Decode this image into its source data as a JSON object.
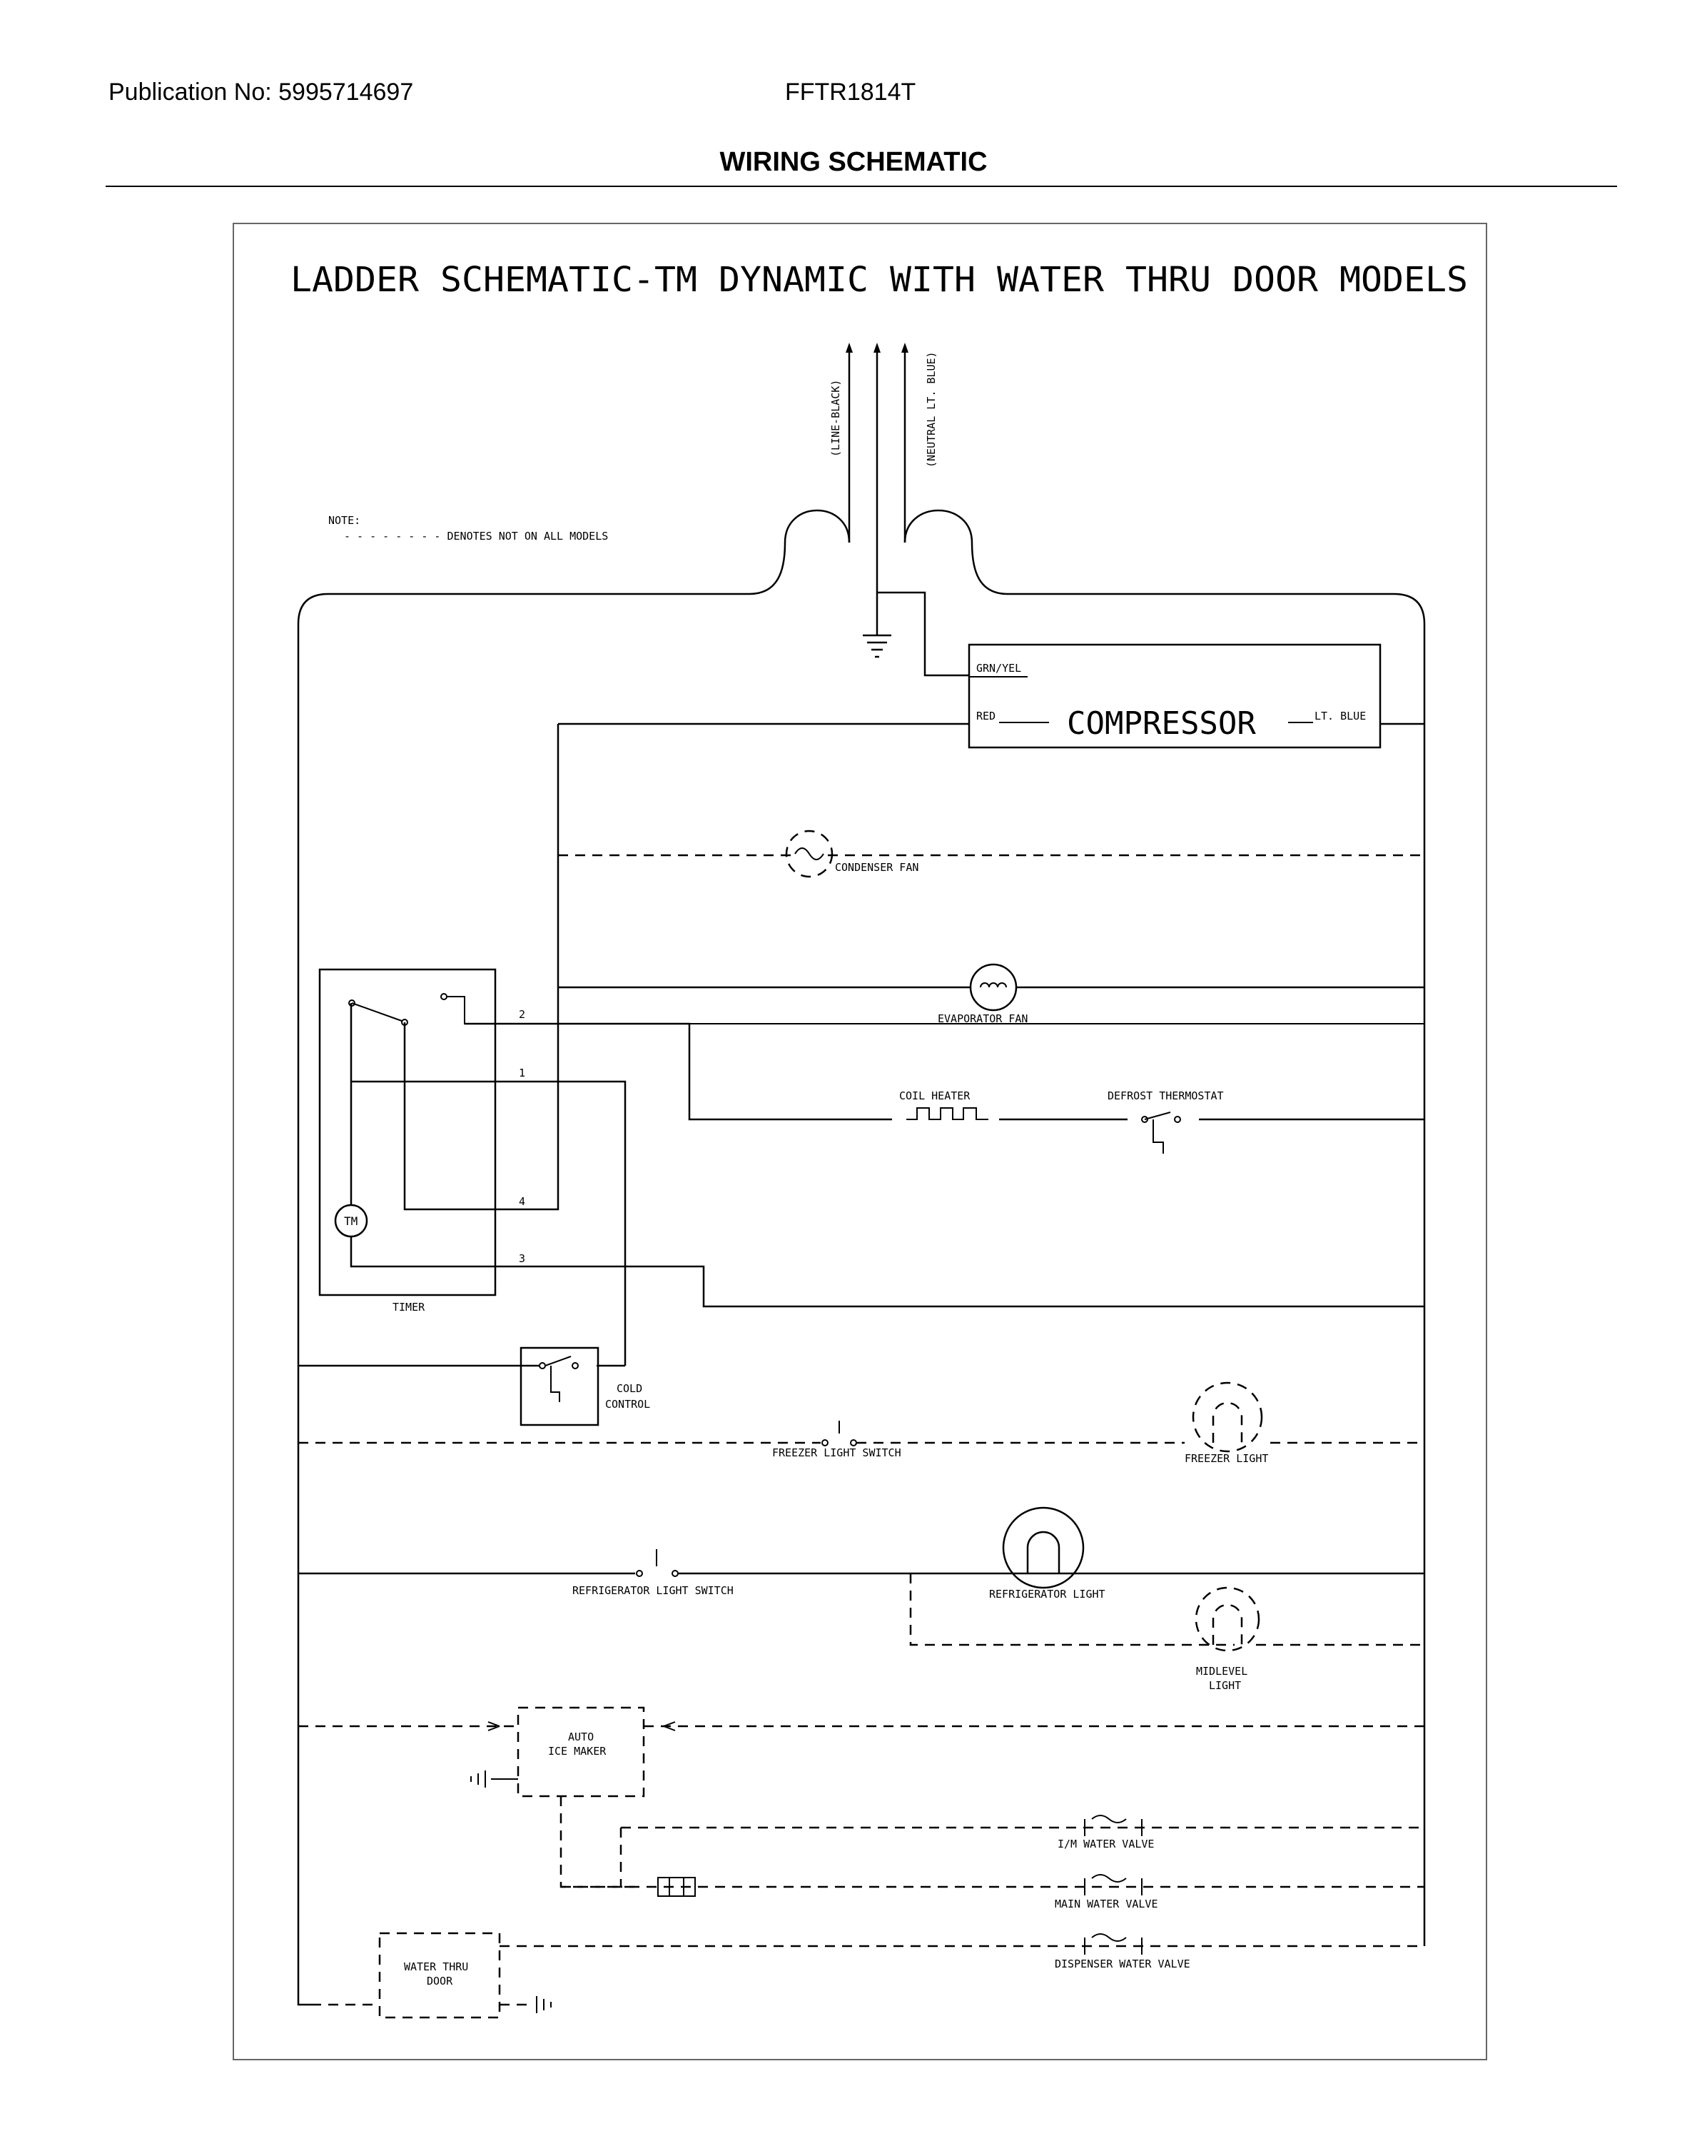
{
  "header": {
    "publication": "Publication No: 5995714697",
    "model": "FFTR1814T",
    "title": "WIRING SCHEMATIC"
  },
  "diagram": {
    "title": "LADDER SCHEMATIC-TM DYNAMIC WITH WATER THRU DOOR MODELS",
    "line_label": "(LINE-BLACK)",
    "neutral_label": "(NEUTRAL LT. BLUE)",
    "note_title": "NOTE:",
    "note_text": "- - - - - - - - DENOTES NOT ON ALL MODELS",
    "compressor": {
      "name": "COMPRESSOR",
      "grn_yel": "GRN/YEL",
      "red": "RED",
      "lt_blue": "LT. BLUE"
    },
    "condenser_fan": "CONDENSER FAN",
    "evaporator_fan": "EVAPORATOR FAN",
    "coil_heater": "COIL HEATER",
    "defrost_thermostat": "DEFROST THERMOSTAT",
    "timer": {
      "label": "TIMER",
      "motor": "TM",
      "terminals": [
        "2",
        "1",
        "4",
        "3"
      ]
    },
    "cold_control": [
      "COLD",
      "CONTROL"
    ],
    "freezer_light_switch": "FREEZER LIGHT SWITCH",
    "freezer_light": "FREEZER LIGHT",
    "refrigerator_light_switch": "REFRIGERATOR LIGHT SWITCH",
    "refrigerator_light": "REFRIGERATOR LIGHT",
    "midlevel_light": [
      "MIDLEVEL",
      "LIGHT"
    ],
    "auto_ice_maker": [
      "AUTO",
      "ICE MAKER"
    ],
    "im_water_valve": "I/M WATER VALVE",
    "main_water_valve": "MAIN WATER VALVE",
    "dispenser_water_valve": "DISPENSER WATER VALVE",
    "water_thru_door": [
      "WATER THRU",
      "DOOR"
    ]
  }
}
